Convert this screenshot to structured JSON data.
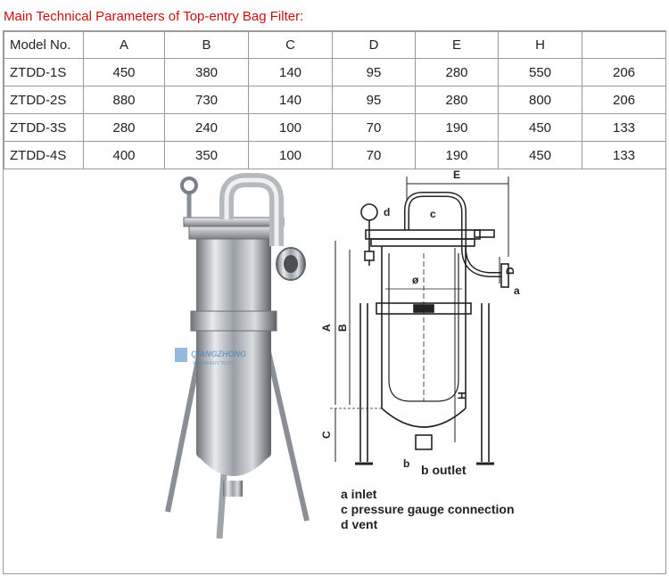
{
  "title": "Main Technical Parameters of Top-entry Bag Filter:",
  "table": {
    "headers": [
      "Model No.",
      "A",
      "B",
      "C",
      "D",
      "E",
      "H",
      ""
    ],
    "rows": [
      [
        "ZTDD-1S",
        "450",
        "380",
        "140",
        "95",
        "280",
        "550",
        "206"
      ],
      [
        "ZTDD-2S",
        "880",
        "730",
        "140",
        "95",
        "280",
        "800",
        "206"
      ],
      [
        "ZTDD-3S",
        "280",
        "240",
        "100",
        "70",
        "190",
        "450",
        "133"
      ],
      [
        "ZTDD-4S",
        "400",
        "350",
        "100",
        "70",
        "190",
        "450",
        "133"
      ]
    ]
  },
  "watermark": {
    "brand": "QIANGZHONG",
    "sub": "MACHINERY TECH"
  },
  "diagram": {
    "labels": {
      "E": "E",
      "d": "d",
      "c": "c",
      "D": "D",
      "a": "a",
      "dia": "ø",
      "A": "A",
      "B": "B",
      "H": "H",
      "C": "C",
      "b": "b"
    },
    "outlet": "b outlet",
    "legend": [
      "a inlet",
      "c pressure gauge connection",
      "d vent"
    ]
  }
}
